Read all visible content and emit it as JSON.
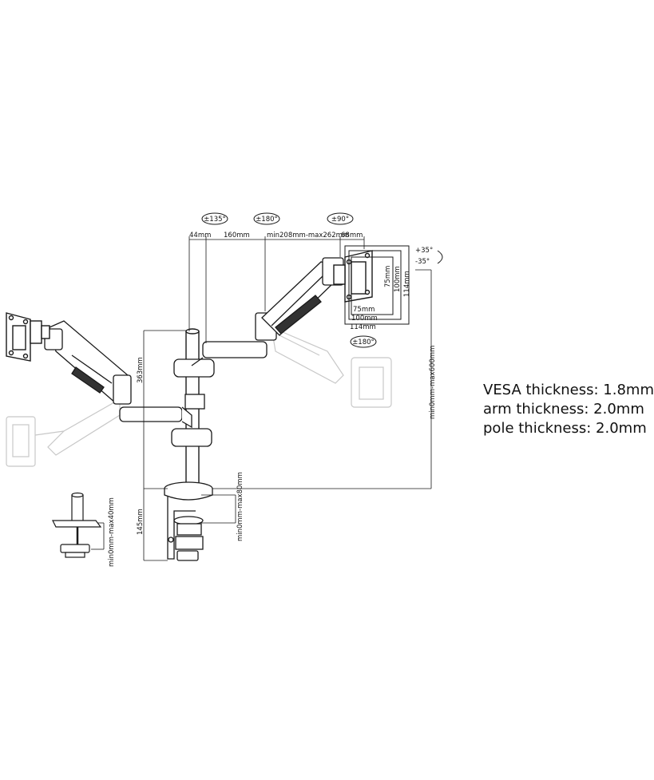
{
  "rotation": {
    "arm_joint": "±135°",
    "middle_joint": "±180°",
    "head_tilt": "±90°",
    "tilt_up": "+35°",
    "tilt_down": "-35°",
    "screen_rotation": "±180°"
  },
  "dimensions": {
    "d44": "44mm",
    "d160": "160mm",
    "arm_range": "min208mm-max262mm",
    "d68": "68mm",
    "v75": "75mm",
    "v100": "100mm",
    "v114": "114mm",
    "h75": "75mm",
    "h100": "100mm",
    "h114": "114mm",
    "height363": "363mm",
    "height145": "145mm",
    "total_height": "min0mm-max600mm",
    "clamp_range": "min0mm-max80mm",
    "grommet_range": "min0mm-max40mm"
  },
  "specs": [
    "VESA thickness: 1.8mm",
    "arm thickness: 2.0mm",
    "pole thickness: 2.0mm"
  ],
  "colors": {
    "line": "#1a1a1a",
    "ghost": "#c8c8c8"
  }
}
